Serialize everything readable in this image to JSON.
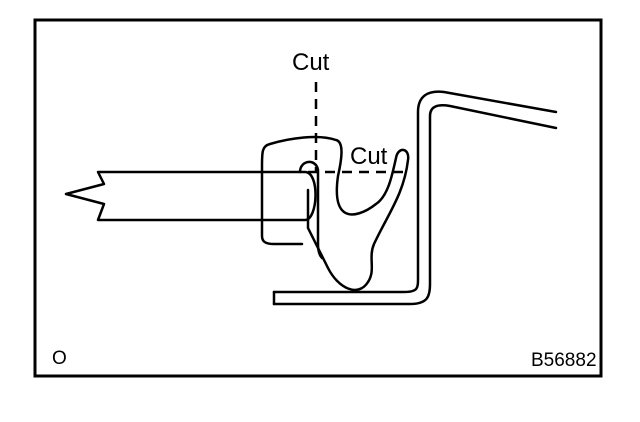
{
  "labels": {
    "cut_vertical": "Cut",
    "cut_horizontal": "Cut",
    "corner_mark": "O",
    "figure_code": "B56882"
  },
  "colors": {
    "line": "#000000",
    "background": "#ffffff"
  }
}
